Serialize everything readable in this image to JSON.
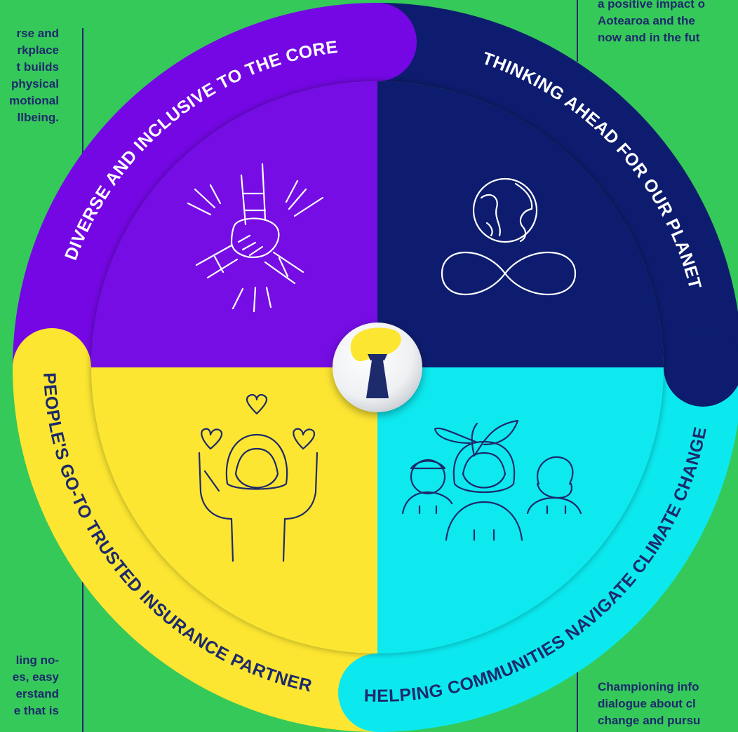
{
  "colors": {
    "background": "#35c95a",
    "purple": "#7407e4",
    "navy": "#0d1c6e",
    "yellow": "#fde631",
    "cyan": "#0be9ef",
    "text": "#1d2a6b"
  },
  "side_texts": {
    "top_left": [
      "rse and",
      "rkplace",
      "t builds",
      "physical",
      "motional",
      "llbeing."
    ],
    "top_right": [
      "a positive impact o",
      "Aotearoa and the",
      "now and in the fut"
    ],
    "bottom_left": [
      "ling no-",
      "es, easy",
      "erstand",
      "e that is"
    ],
    "bottom_right": [
      "Championing info",
      "dialogue about cl",
      "change and pursu"
    ]
  },
  "wheel": {
    "segments": [
      {
        "name": "diverse-inclusive",
        "label": "DIVERSE AND INCLUSIVE TO THE CORE",
        "color": "purple",
        "icon": "hands-together-icon"
      },
      {
        "name": "thinking-ahead",
        "label": "THINKING AHEAD FOR OUR PLANET",
        "color": "navy",
        "icon": "globe-infinity-icon"
      },
      {
        "name": "helping-communities",
        "label": "HELPING COMMUNITIES NAVIGATE CLIMATE CHANGE",
        "color": "cyan",
        "icon": "community-sprout-icon"
      },
      {
        "name": "trusted-partner",
        "label": "PEOPLE'S GO-TO TRUSTED INSURANCE PARTNER",
        "color": "yellow",
        "icon": "person-hearts-icon"
      }
    ],
    "center_icon": "lighthouse-logo-icon"
  }
}
